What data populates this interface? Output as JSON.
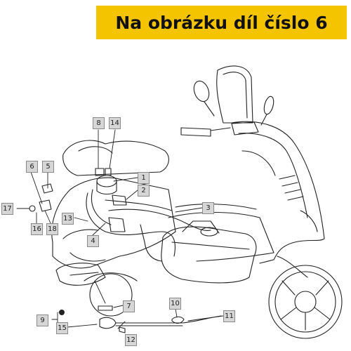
{
  "banner": {
    "text": "Na obrázku díl číslo 6",
    "color": "#f5c400"
  },
  "callouts": [
    "1",
    "2",
    "3",
    "4",
    "5",
    "6",
    "7",
    "8",
    "9",
    "10",
    "11",
    "12",
    "13",
    "14",
    "15",
    "16",
    "17",
    "18"
  ]
}
